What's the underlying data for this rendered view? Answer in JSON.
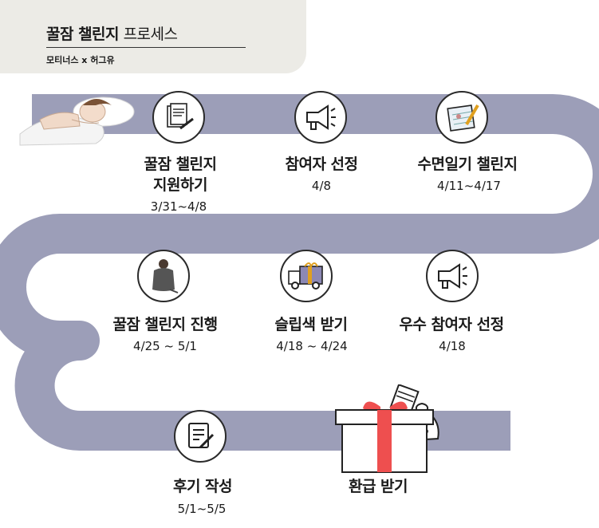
{
  "header": {
    "title_bold": "꿀잠 챌린지",
    "title_rest": "프로세스",
    "subtitle": "모티너스 x 허그유"
  },
  "steps": [
    {
      "label_line1": "꿀잠 챌린지",
      "label_line2": "지원하기",
      "date": "3/31~4/8",
      "icon": "document-pen-icon"
    },
    {
      "label": "참여자 선정",
      "date": "4/8",
      "icon": "megaphone-icon"
    },
    {
      "label": "수면일기 챌린지",
      "date": "4/11~4/17",
      "icon": "diary-pencil-icon"
    },
    {
      "label": "우수 참여자 선정",
      "date": "4/18",
      "icon": "megaphone-icon"
    },
    {
      "label": "슬립색 받기",
      "date": "4/18 ~ 4/24",
      "icon": "delivery-truck-icon"
    },
    {
      "label": "꿀잠 챌린지 진행",
      "date": "4/25 ~ 5/1",
      "icon": "blanket-person-icon"
    },
    {
      "label": "후기 작성",
      "date": "5/1~5/5",
      "icon": "review-note-icon"
    },
    {
      "label": "환급 받기",
      "icon": "gift-box-icon"
    }
  ],
  "colors": {
    "road": "#9c9eb8",
    "header_bg": "#ecebe6",
    "gift_ribbon": "#ee4f4f",
    "truck_box": "#8c88b4"
  }
}
